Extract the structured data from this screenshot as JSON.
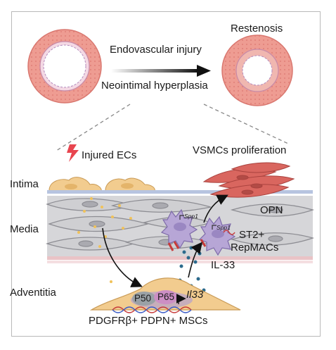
{
  "labels": {
    "restenosis": "Restenosis",
    "endovascular_injury": "Endovascular injury",
    "neointimal_hyperplasia": "Neointimal hyperplasia",
    "injured_ecs": "Injured ECs",
    "vsmcs_proliferation": "VSMCs proliferation",
    "intima": "Intima",
    "media": "Media",
    "adventitia": "Adventitia",
    "opn": "OPN",
    "st2_line1": "ST2+",
    "st2_line2": "RepMACs",
    "il33_protein": "IL-33",
    "spp1_a": "Spp1",
    "spp1_b": "Spp1",
    "p50": "P50",
    "p65": "P65",
    "il33_gene": "Il33",
    "mscs": "PDGFRβ+ PDPN+ MSCs"
  },
  "colors": {
    "vessel_outer": "#e8958c",
    "vessel_lumen": "#ffffff",
    "smc_fill": "#cfcfd2",
    "macrophage": "#b7a6d6",
    "msc_cell": "#f2cc8f",
    "proliferating_smc": "#d9665f",
    "injury_bolt": "#e8454f"
  }
}
